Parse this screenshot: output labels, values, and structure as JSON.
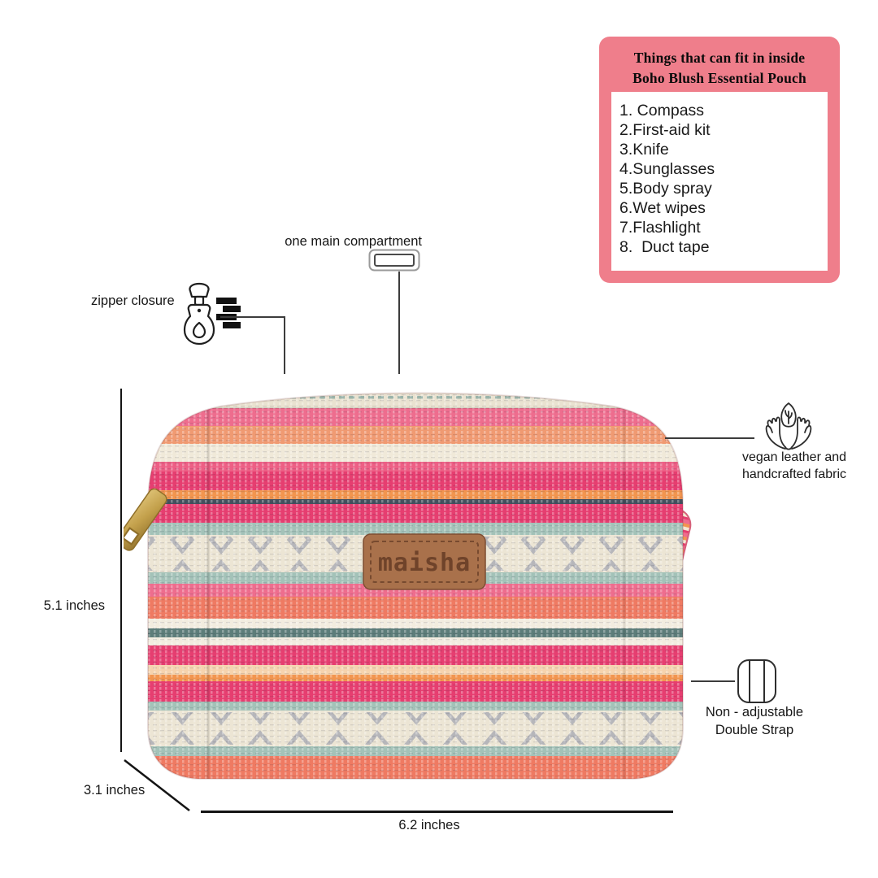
{
  "info_card": {
    "title_line1": "Things that can fit in inside",
    "title_line2": "Boho Blush Essential Pouch",
    "bg_color": "#EF7E8B",
    "items": [
      "1. Compass",
      "2.First-aid kit",
      "3.Knife",
      "4.Sunglasses",
      "5.Body spray",
      "6.Wet wipes",
      "7.Flashlight",
      "8.  Duct tape"
    ]
  },
  "callouts": {
    "compartment_label": "one main compartment",
    "zipper_label": "zipper closure",
    "vegan_line1": "vegan leather and",
    "vegan_line2": "handcrafted fabric",
    "strap_line1": "Non - adjustable",
    "strap_line2": "Double Strap"
  },
  "dimensions": {
    "height": "5.1 inches",
    "depth": "3.1 inches",
    "width": "6.2 inches"
  },
  "product": {
    "brand": "maisha",
    "colors": {
      "magenta": "#E63E70",
      "pink": "#EE6D8E",
      "orange": "#F2954F",
      "coral": "#EF7A62",
      "cream": "#ECE5D4",
      "teal": "#A3C2B8",
      "navy": "#44505E",
      "label_brown": "#A9714B",
      "zipper_gold": "#C3A04B",
      "card_pink": "#EF7E8B"
    }
  }
}
